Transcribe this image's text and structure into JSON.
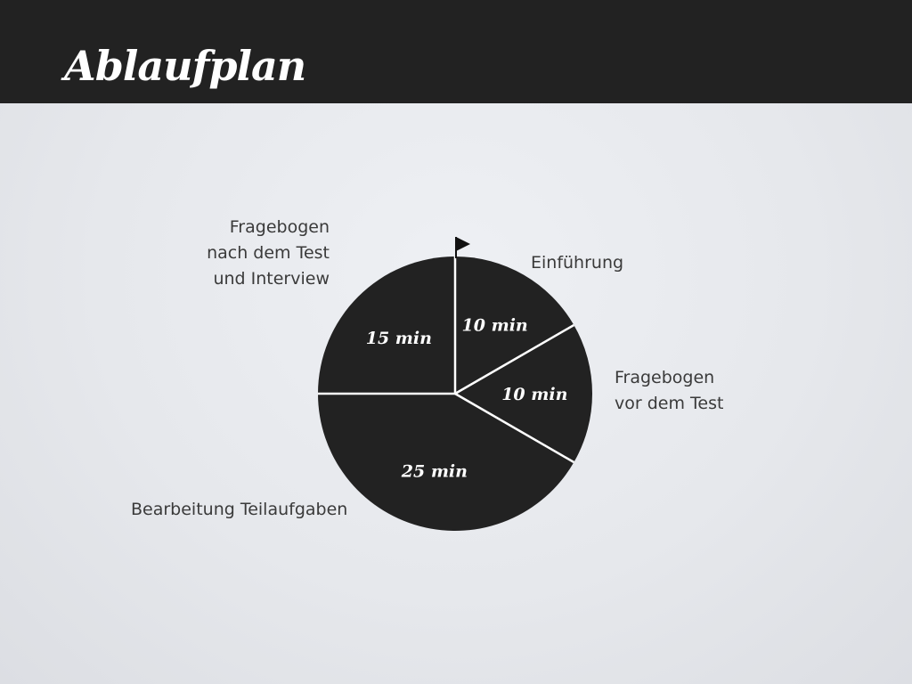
{
  "page": {
    "title": "Ablaufplan"
  },
  "chart_data": {
    "type": "pie",
    "title": "Ablaufplan",
    "start_marker": "flag-icon",
    "direction": "clockwise",
    "slices": [
      {
        "category": "Einführung",
        "value": 10,
        "label": "10 min"
      },
      {
        "category": "Fragebogen\nvor dem Test",
        "value": 10,
        "label": "10 min"
      },
      {
        "category": "Bearbeitung Teilaufgaben",
        "value": 25,
        "label": "25 min"
      },
      {
        "category": "Fragebogen\nnach dem Test\nund Interview",
        "value": 15,
        "label": "15 min"
      }
    ],
    "colors": {
      "slice": "#222222",
      "separator": "#ffffff",
      "text": "#ffffff"
    }
  }
}
